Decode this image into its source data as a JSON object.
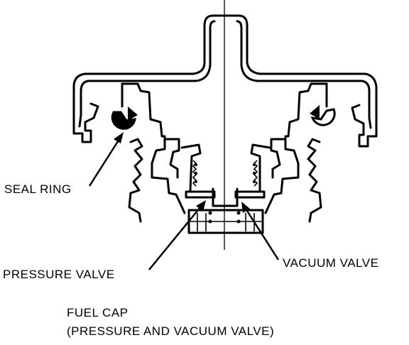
{
  "labels": {
    "seal_ring": "SEAL RING",
    "pressure_valve": "PRESSURE VALVE",
    "vacuum_valve": "VACUUM VALVE"
  },
  "caption": {
    "line1": "FUEL CAP",
    "line2": "(PRESSURE AND VACUUM VALVE)"
  }
}
